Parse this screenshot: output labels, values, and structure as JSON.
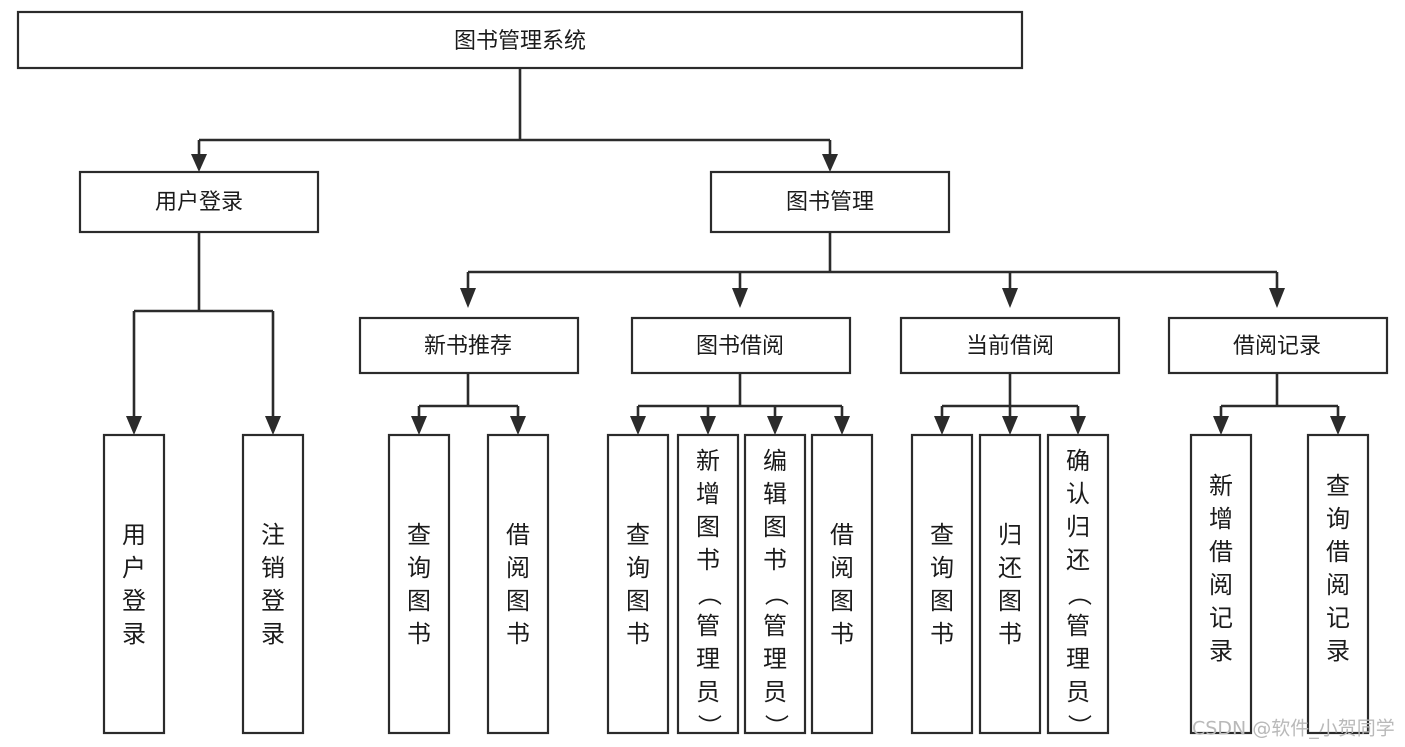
{
  "diagram": {
    "type": "tree-hierarchy-chart",
    "title": "图书管理系统",
    "orientation": "top-down",
    "colors": {
      "box_stroke": "#2b2b2b",
      "box_fill": "#ffffff",
      "connector": "#2b2b2b",
      "text": "#1b1b1b",
      "watermark": "#b9b9b9",
      "background": "#ffffff"
    },
    "nodes": {
      "root": {
        "label": "图书管理系统",
        "level": 1,
        "text_orientation": "horizontal"
      },
      "level2": [
        {
          "id": "user-login",
          "label": "用户登录",
          "text_orientation": "horizontal"
        },
        {
          "id": "book-management",
          "label": "图书管理",
          "text_orientation": "horizontal"
        }
      ],
      "level3": [
        {
          "id": "new-book-recommend",
          "label": "新书推荐",
          "text_orientation": "horizontal"
        },
        {
          "id": "book-borrow",
          "label": "图书借阅",
          "text_orientation": "horizontal"
        },
        {
          "id": "current-borrow",
          "label": "当前借阅",
          "text_orientation": "horizontal"
        },
        {
          "id": "borrow-record",
          "label": "借阅记录",
          "text_orientation": "horizontal"
        }
      ],
      "leaves": {
        "user-login": [
          {
            "id": "leaf-user-login",
            "label": "用户登录",
            "text_orientation": "vertical"
          },
          {
            "id": "leaf-logout-login",
            "label": "注销登录",
            "text_orientation": "vertical"
          }
        ],
        "new-book-recommend": [
          {
            "id": "leaf-query-book-1",
            "label": "查询图书",
            "text_orientation": "vertical"
          },
          {
            "id": "leaf-borrow-book-1",
            "label": "借阅图书",
            "text_orientation": "vertical"
          }
        ],
        "book-borrow": [
          {
            "id": "leaf-query-book-2",
            "label": "查询图书",
            "text_orientation": "vertical"
          },
          {
            "id": "leaf-add-book",
            "label": "新增图书（管理员）",
            "text_orientation": "vertical"
          },
          {
            "id": "leaf-edit-book",
            "label": "编辑图书（管理员）",
            "text_orientation": "vertical"
          },
          {
            "id": "leaf-borrow-book-2",
            "label": "借阅图书",
            "text_orientation": "vertical"
          }
        ],
        "current-borrow": [
          {
            "id": "leaf-query-book-3",
            "label": "查询图书",
            "text_orientation": "vertical"
          },
          {
            "id": "leaf-return-book",
            "label": "归还图书",
            "text_orientation": "vertical"
          },
          {
            "id": "leaf-confirm-return",
            "label": "确认归还（管理员）",
            "text_orientation": "vertical"
          }
        ],
        "borrow-record": [
          {
            "id": "leaf-add-borrow-record",
            "label": "新增借阅记录",
            "text_orientation": "vertical"
          },
          {
            "id": "leaf-query-borrow-record",
            "label": "查询借阅记录",
            "text_orientation": "vertical"
          }
        ]
      }
    },
    "watermark": "CSDN @软件_小贺同学"
  }
}
